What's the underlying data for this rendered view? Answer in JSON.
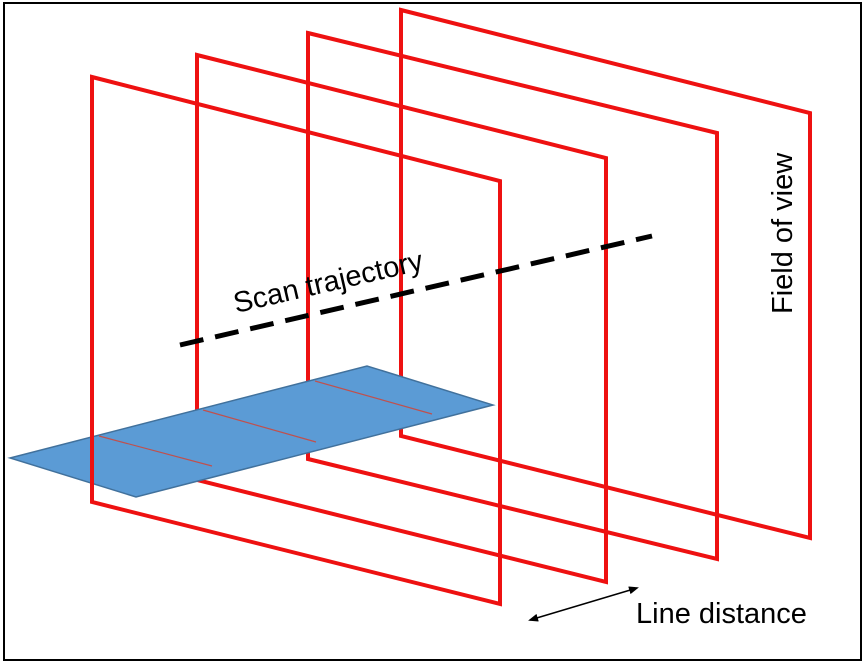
{
  "diagram": {
    "labels": {
      "scan_trajectory": "Scan trajectory",
      "field_of_view": "Field of view",
      "line_distance": "Line distance"
    },
    "colors": {
      "frame": "#ee1111",
      "sample_fill": "#5b9bd5",
      "sample_stroke": "#41719c",
      "intersection_line": "#c0504d",
      "trajectory": "#000000",
      "border": "#000000"
    },
    "frame_count": 4
  }
}
